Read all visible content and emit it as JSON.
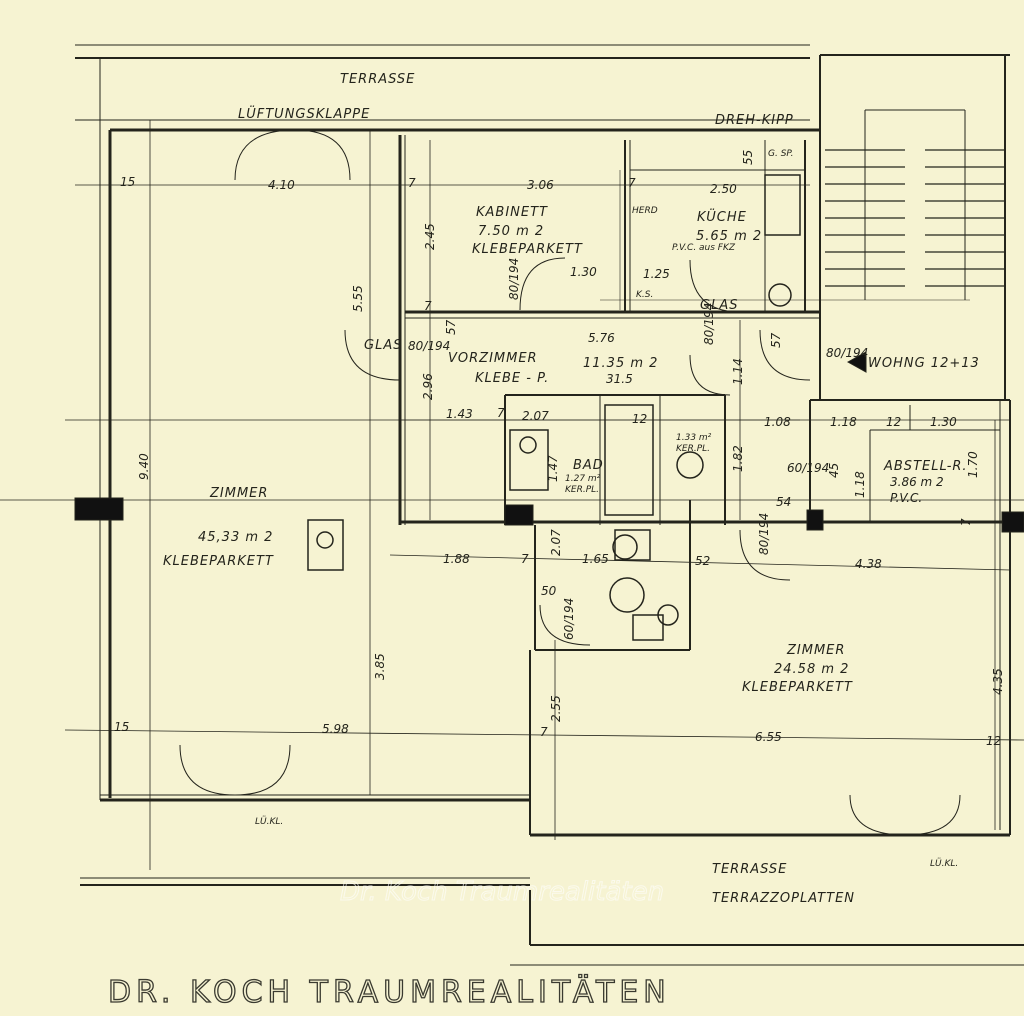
{
  "colors": {
    "paper": "#f6f3d2",
    "ink": "#24241c"
  },
  "labels": {
    "terrasse_top": "TERRASSE",
    "lueftungsklappe": "LÜFTUNGSKLAPPE",
    "dreh_kipp": "DREH-KIPP",
    "gsp": "G. SP.",
    "kabinett": "KABINETT",
    "kabinett_area": "7.50 m 2",
    "kabinett_floor": "KLEBEPARKETT",
    "herd": "HERD",
    "kueche": "KÜCHE",
    "kueche_area": "5.65 m 2",
    "kueche_floor": "P.V.C. aus FKZ",
    "ks": "K.S.",
    "glas1": "GLAS",
    "glas2": "GLAS",
    "vorzimmer": "VORZIMMER",
    "vorzimmer_area": "11.35 m 2",
    "vorzimmer_floor": "KLEBE - P.",
    "wohng": "WOHNG 12+13",
    "wc_area": "1.33 m²",
    "wc_floor": "KER.PL.",
    "bad": "BAD",
    "bad_area": "1.27 m²",
    "bad_floor": "KER.PL.",
    "abstell": "ABSTELL-R.",
    "abstell_area": "3.86 m 2",
    "abstell_floor": "P.V.C.",
    "zimmer1": "ZIMMER",
    "zimmer1_area": "45,33 m 2",
    "zimmer1_floor": "KLEBEPARKETT",
    "zimmer2": "ZIMMER",
    "zimmer2_area": "24.58 m 2",
    "zimmer2_floor": "KLEBEPARKETT",
    "lukl1": "LÜ.KL.",
    "lukl2": "LÜ.KL.",
    "terrasse_bottom": "TERRASSE",
    "terrazzo": "TERRAZZOPLATTEN",
    "watermark": "Dr. Koch Traumrealitäten",
    "footer": "DR. KOCH TRAUMREALITÄTEN"
  },
  "dimensions": [
    "15",
    "4.10",
    "7",
    "3.06",
    "7",
    "2.50",
    "55",
    "2.45",
    "5.55",
    "1.30",
    "1.25",
    "80/194",
    "7",
    "57",
    "80/194",
    "5.76",
    "31.5",
    "80/194",
    "57",
    "1.14",
    "80/194",
    "2.96",
    "1.43",
    "7",
    "2.07",
    "12",
    "1.08",
    "1.18",
    "12",
    "1.30",
    "9.40",
    "1.47",
    "1.82",
    "60/194",
    "45",
    "1.18",
    "1.70",
    "54",
    "2.07",
    "1.88",
    "7",
    "1.65",
    "52",
    "80/194",
    "4.38",
    "7",
    "50",
    "60/194",
    "3.85",
    "4.35",
    "2.55",
    "15",
    "5.98",
    "7",
    "6.55",
    "12"
  ]
}
